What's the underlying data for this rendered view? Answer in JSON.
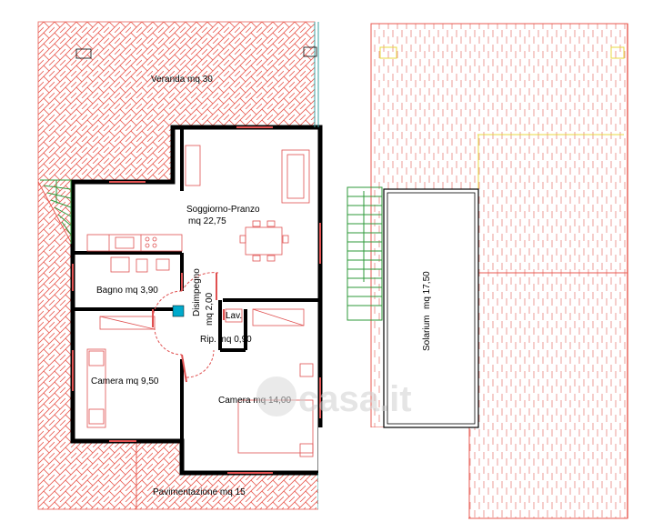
{
  "labels": {
    "veranda": "Veranda mq 30",
    "soggiorno_name": "Soggiorno-Pranzo",
    "soggiorno_area": "mq 22,75",
    "bagno": "Bagno mq 3,90",
    "disimpegno_name": "Disimpegno",
    "disimpegno_area": "mq 2,00",
    "lav": "Lav.",
    "ripostiglio": "Rip. mq 0,90",
    "camera_small": "Camera mq 9,50",
    "camera_large": "Camera mq 14,00",
    "pavimentazione": "Pavimentazione mq 15",
    "solarium_name": "Solarium",
    "solarium_area": "mq 17,50"
  },
  "watermark": {
    "text": "casa.it"
  },
  "colors": {
    "tile_hatch": "#e85a50",
    "tile_line": "#e8867e",
    "wall": "#000000",
    "stair": "#2e9a3a",
    "furniture": "#e05050",
    "yellow_line": "#e8d840",
    "fixture": "#00aacc",
    "teal_line": "#3aa0a0"
  }
}
